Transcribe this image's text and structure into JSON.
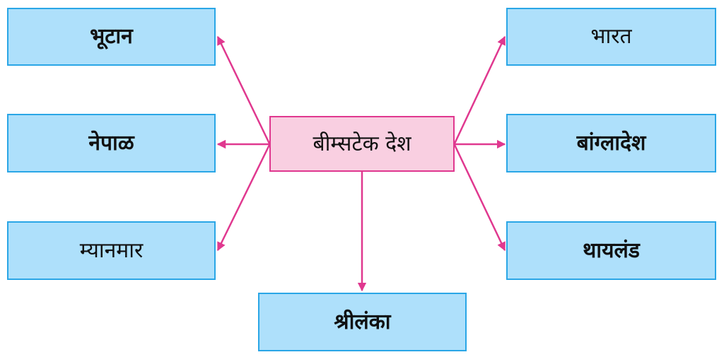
{
  "diagram": {
    "center": {
      "label": "बीम्सटेक देश"
    },
    "countries": {
      "bhutan": "भूटान",
      "nepal": "नेपाळ",
      "myanmar": "म्यानमार",
      "india": "भारत",
      "bangladesh": "बांग्लादेश",
      "thailand": "थायलंड",
      "srilanka": "श्रीलंका"
    },
    "colors": {
      "box_fill": "#aee0fb",
      "box_border": "#2aa6e6",
      "center_fill": "#f9cfe1",
      "center_border": "#e0388f",
      "arrow": "#e0388f"
    }
  }
}
